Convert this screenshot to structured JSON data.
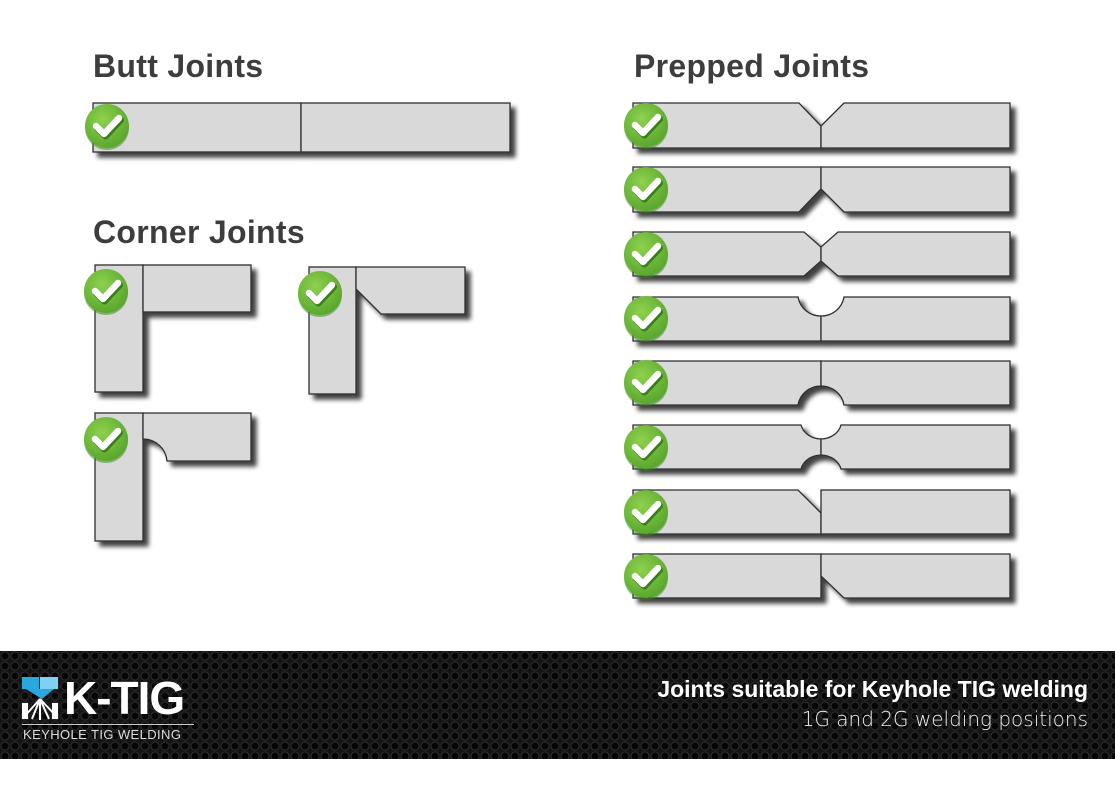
{
  "sections": {
    "butt": {
      "title": "Butt Joints"
    },
    "corner": {
      "title": "Corner Joints"
    },
    "prepped": {
      "title": "Prepped Joints"
    }
  },
  "joints": {
    "butt": [
      {
        "type": "square-butt",
        "suitable": true
      }
    ],
    "corner": [
      {
        "type": "square-corner",
        "suitable": true
      },
      {
        "type": "bevel-corner",
        "suitable": true
      },
      {
        "type": "j-groove-corner",
        "suitable": true
      }
    ],
    "prepped": [
      {
        "type": "single-v-top",
        "suitable": true
      },
      {
        "type": "single-v-bottom",
        "suitable": true
      },
      {
        "type": "double-v",
        "suitable": true
      },
      {
        "type": "u-groove-top",
        "suitable": true
      },
      {
        "type": "u-groove-bottom",
        "suitable": true
      },
      {
        "type": "double-u",
        "suitable": true
      },
      {
        "type": "single-bevel-top",
        "suitable": true
      },
      {
        "type": "single-bevel-bottom",
        "suitable": true
      }
    ]
  },
  "colors": {
    "plate_fill": "#d9d9d9",
    "plate_stroke": "#2f2f2f",
    "check_green": "#6dbb3a",
    "check_dark": "#4f9a2a",
    "heading": "#3d3d3d",
    "logo_blue": "#29a8e0"
  },
  "footer": {
    "logo": {
      "wordmark": "K-TIG",
      "tagline": "KEYHOLE TIG WELDING"
    },
    "title": "Joints suitable for Keyhole TIG welding",
    "subtitle": "1G and 2G welding positions"
  }
}
